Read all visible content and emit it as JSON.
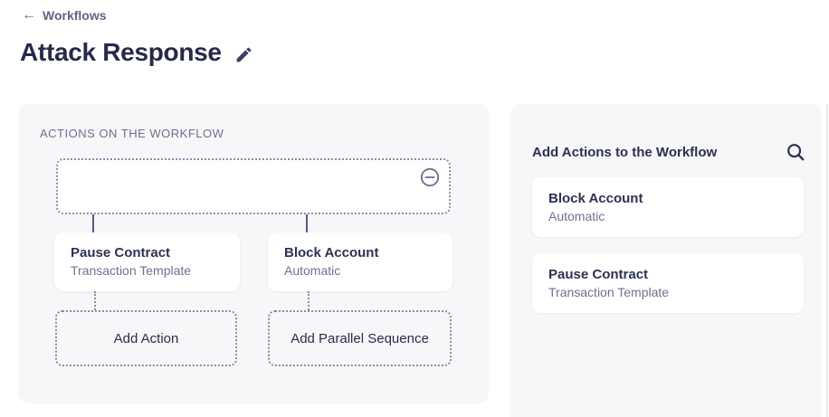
{
  "header": {
    "back_label": "Workflows",
    "back_arrow": "←",
    "title": "Attack Response"
  },
  "workflow_panel": {
    "section_label": "ACTIONS ON THE WORKFLOW",
    "root_node": {
      "remove_icon": "minus-circle-icon"
    },
    "nodes": [
      {
        "title": "Pause Contract",
        "subtitle": "Transaction Template"
      },
      {
        "title": "Block Account",
        "subtitle": "Automatic"
      }
    ],
    "add_action_label": "Add Action",
    "add_parallel_label": "Add Parallel Sequence"
  },
  "actions_panel": {
    "title": "Add Actions to the Workflow",
    "search_icon": "search-icon",
    "items": [
      {
        "title": "Block Account",
        "subtitle": "Automatic"
      },
      {
        "title": "Pause Contract",
        "subtitle": "Transaction Template"
      }
    ]
  },
  "colors": {
    "panel_background": "#f7f7f9",
    "card_background": "#ffffff",
    "primary_text": "#252a49",
    "secondary_text": "#6e7191",
    "dotted_border": "#878ca9",
    "connector": "#565c7e",
    "back_link": "#5d6487"
  }
}
